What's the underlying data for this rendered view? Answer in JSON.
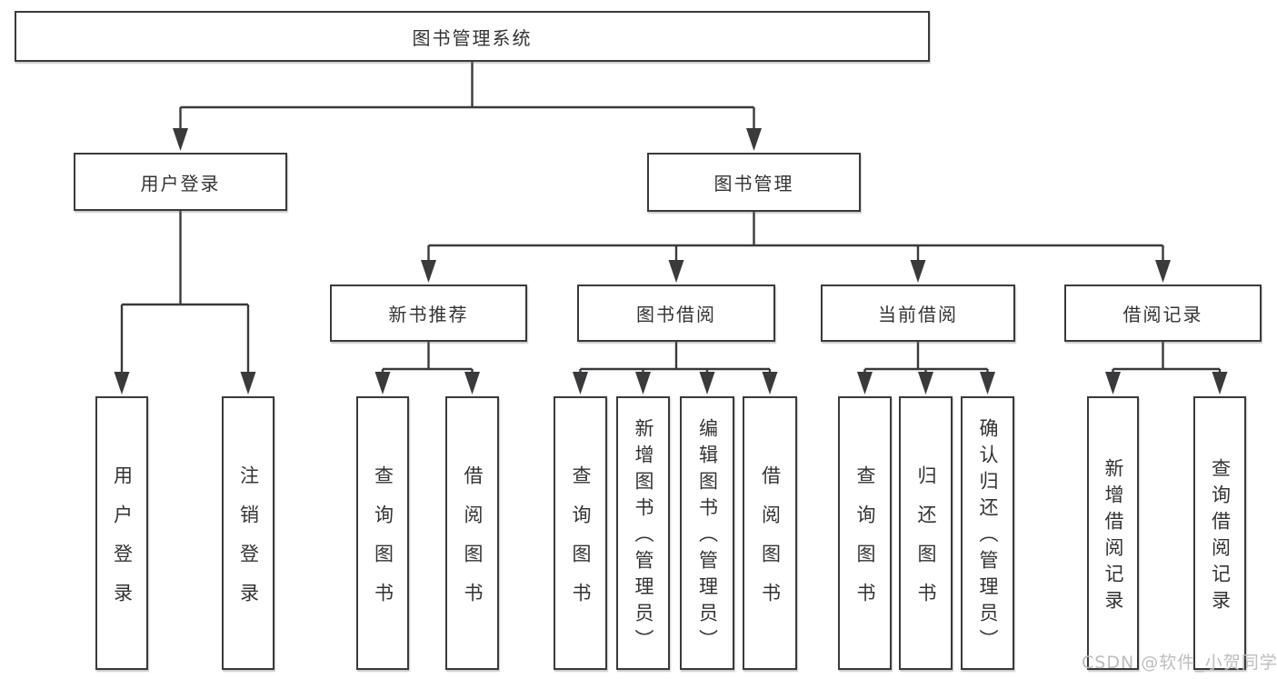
{
  "page": {
    "background": "#ffffff"
  },
  "colors": {
    "line": "#3a3a3c",
    "box_border": "#3a3a3c",
    "box_fill": "#ffffff",
    "text": "#333336",
    "watermark": "#bdbdbd"
  },
  "watermark": {
    "text": "CSDN @软件_小贺同学"
  },
  "diagram": {
    "type": "function-structure-tree",
    "tree": {
      "label": "图书管理系统",
      "children": [
        {
          "label": "用户登录",
          "children": [
            {
              "label": "用户登录"
            },
            {
              "label": "注销登录"
            }
          ]
        },
        {
          "label": "图书管理",
          "children": [
            {
              "label": "新书推荐",
              "children": [
                {
                  "label": "查询图书"
                },
                {
                  "label": "借阅图书"
                }
              ]
            },
            {
              "label": "图书借阅",
              "children": [
                {
                  "label": "查询图书"
                },
                {
                  "label": "新增图书（管理员）"
                },
                {
                  "label": "编辑图书（管理员）"
                },
                {
                  "label": "借阅图书"
                }
              ]
            },
            {
              "label": "当前借阅",
              "children": [
                {
                  "label": "查询图书"
                },
                {
                  "label": "归还图书"
                },
                {
                  "label": "确认归还（管理员）"
                }
              ]
            },
            {
              "label": "借阅记录",
              "children": [
                {
                  "label": "新增借阅记录"
                },
                {
                  "label": "查询借阅记录"
                }
              ]
            }
          ]
        }
      ]
    }
  }
}
